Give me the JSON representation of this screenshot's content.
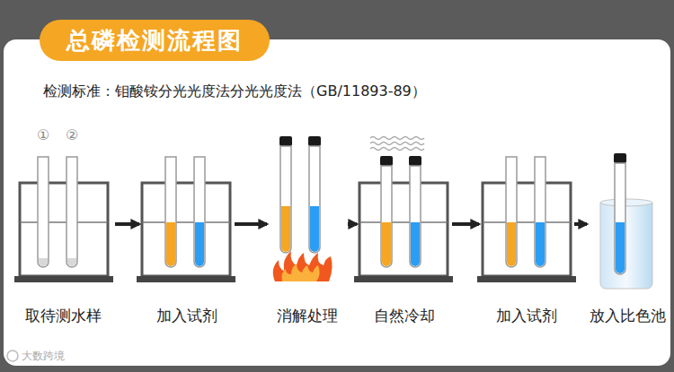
{
  "diagram": {
    "title": "总磷检测流程图",
    "nodes": [
      {
        "text": [
          "取待测水样"
        ]
      },
      {
        "text": [
          "加入试剂"
        ]
      },
      {
        "text": [
          "消解处理"
        ]
      },
      {
        "text": [
          "自然冷却"
        ]
      },
      {
        "text": [
          "加入试剂"
        ]
      },
      {
        "text": [
          "放入比色池"
        ]
      }
    ],
    "edges": [
      {
        "from": 0,
        "to": 1,
        "arrow": "to"
      },
      {
        "from": 1,
        "to": 2,
        "arrow": "to"
      },
      {
        "from": 2,
        "to": 3,
        "arrow": "to"
      },
      {
        "from": 3,
        "to": 4,
        "arrow": "to"
      },
      {
        "from": 4,
        "to": 5,
        "arrow": "to"
      }
    ],
    "labels": [
      "检测标准：钼酸铵分光光度法分光光度法（GB/11893-89）",
      "①",
      "②",
      "大数跨境"
    ]
  }
}
